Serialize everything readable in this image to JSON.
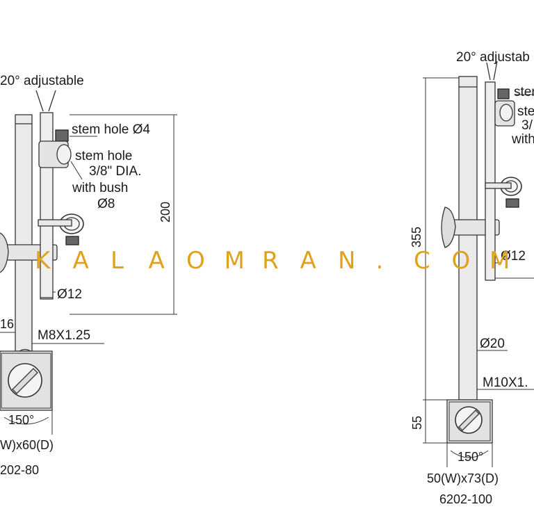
{
  "left_stand": {
    "angle_label": "20° adjustable",
    "stem_hole_1": "stem hole Ø4",
    "stem_hole_2a": "stem  hole",
    "stem_hole_2b": "3/8\" DIA.",
    "bush_a": "with bush",
    "bush_b": "Ø8",
    "height_dim": "200",
    "diameter_upper": "Ø12",
    "dim_16": "16",
    "thread": "M8X1.25",
    "rotation": "150°",
    "base_size": "W)x60(D)",
    "model": "202-80"
  },
  "right_stand": {
    "angle_label": "20° adjustab",
    "stem_hole_1": "ster",
    "stem_hole_2a": "ste",
    "stem_hole_2b": "3/",
    "bush_a": "with",
    "height_dim": "355",
    "diameter_upper": "Ø12",
    "diameter_main": "Ø20",
    "thread": "M10X1.",
    "base_dim": "55",
    "rotation": "150°",
    "base_size": "50(W)x73(D)",
    "model": "6202-100"
  },
  "watermark": {
    "letters": [
      "K",
      "A",
      "L",
      "A",
      "O",
      "M",
      "R",
      "A",
      "N",
      ".",
      "C",
      "O",
      "M"
    ],
    "color": "#e0a21a"
  }
}
